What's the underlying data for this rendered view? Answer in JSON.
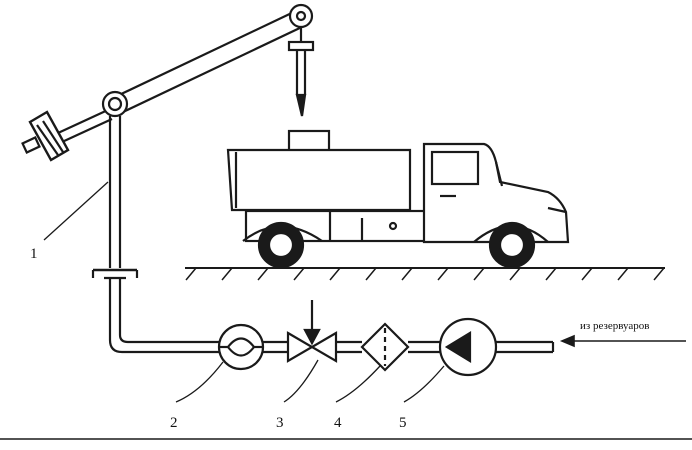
{
  "diagram": {
    "labels": {
      "l1": "1",
      "l2": "2",
      "l3": "3",
      "l4": "4",
      "l5": "5"
    },
    "note": "из резервуаров"
  },
  "colors": {
    "ink": "#1a1a1a",
    "fill_light": "#ffffff",
    "hatch": "#1a1a1a"
  }
}
